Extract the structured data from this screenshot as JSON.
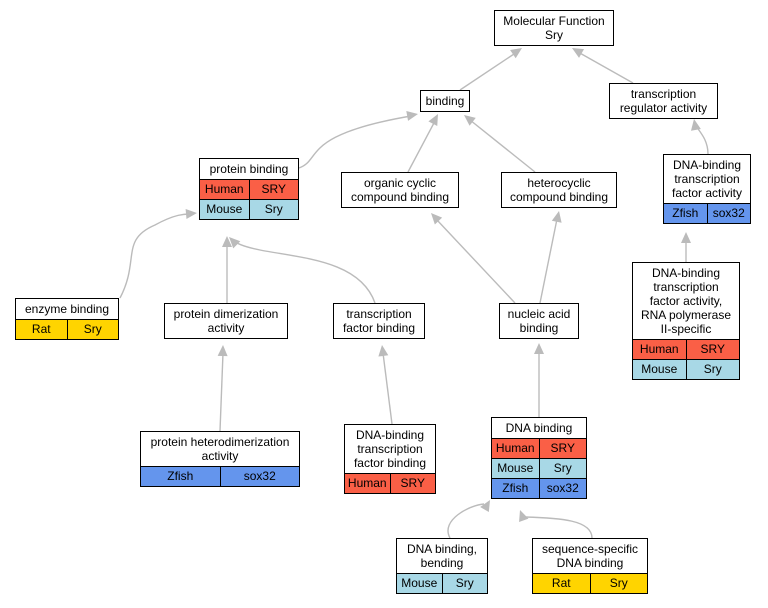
{
  "colors": {
    "Human": "#fa5f46",
    "Mouse": "#a8d8e6",
    "Rat": "#ffd400",
    "Zfish": "#6495ed",
    "edge": "#bbbbbb"
  },
  "nodes": {
    "mf": {
      "label": "Molecular Function\nSry",
      "rows": []
    },
    "binding": {
      "label": "binding",
      "rows": []
    },
    "tra": {
      "label": "transcription\nregulator activity",
      "rows": []
    },
    "protein_binding": {
      "label": "protein binding",
      "rows": [
        {
          "species": "Human",
          "gene": "SRY"
        },
        {
          "species": "Mouse",
          "gene": "Sry"
        }
      ]
    },
    "organic": {
      "label": "organic cyclic\ncompound binding",
      "rows": []
    },
    "hetero": {
      "label": "heterocyclic\ncompound binding",
      "rows": []
    },
    "dbtfa": {
      "label": "DNA-binding\ntranscription\nfactor activity",
      "rows": [
        {
          "species": "Zfish",
          "gene": "sox32"
        }
      ]
    },
    "enzyme": {
      "label": "enzyme binding",
      "rows": [
        {
          "species": "Rat",
          "gene": "Sry"
        }
      ]
    },
    "pdimer": {
      "label": "protein dimerization\nactivity",
      "rows": []
    },
    "tfb": {
      "label": "transcription\nfactor binding",
      "rows": []
    },
    "nab": {
      "label": "nucleic acid\nbinding",
      "rows": []
    },
    "rnap2": {
      "label": "DNA-binding\ntranscription\nfactor activity,\nRNA polymerase\nII-specific",
      "rows": [
        {
          "species": "Human",
          "gene": "SRY"
        },
        {
          "species": "Mouse",
          "gene": "Sry"
        }
      ]
    },
    "phetero": {
      "label": "protein heterodimerization\nactivity",
      "rows": [
        {
          "species": "Zfish",
          "gene": "sox32"
        }
      ]
    },
    "dbtfb": {
      "label": "DNA-binding\ntranscription\nfactor binding",
      "rows": [
        {
          "species": "Human",
          "gene": "SRY"
        }
      ]
    },
    "dnab": {
      "label": "DNA binding",
      "rows": [
        {
          "species": "Human",
          "gene": "SRY"
        },
        {
          "species": "Mouse",
          "gene": "Sry"
        },
        {
          "species": "Zfish",
          "gene": "sox32"
        }
      ]
    },
    "bending": {
      "label": "DNA binding,\nbending",
      "rows": [
        {
          "species": "Mouse",
          "gene": "Sry"
        }
      ]
    },
    "ssdna": {
      "label": "sequence-specific\nDNA binding",
      "rows": [
        {
          "species": "Rat",
          "gene": "Sry"
        }
      ]
    }
  }
}
